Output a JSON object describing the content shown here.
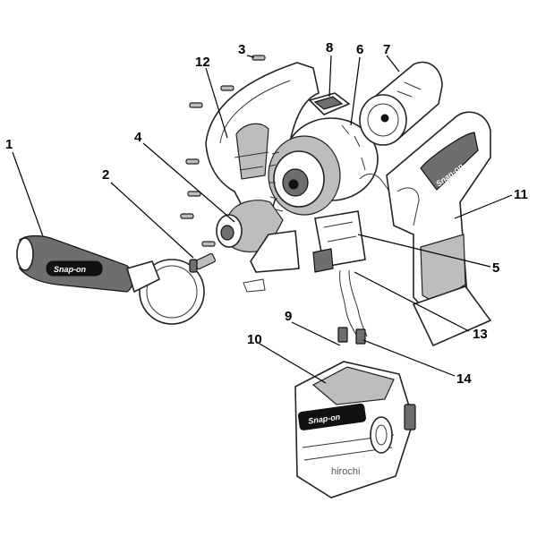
{
  "callouts": [
    "1",
    "2",
    "3",
    "4",
    "5",
    "6",
    "7",
    "8",
    "9",
    "10",
    "11",
    "12",
    "13",
    "14"
  ],
  "brand_logo": "Snap-on",
  "watermark": "hirochi",
  "colors": {
    "ink": "#111111",
    "shade": "#bdbdbd",
    "paper": "#ffffff"
  }
}
